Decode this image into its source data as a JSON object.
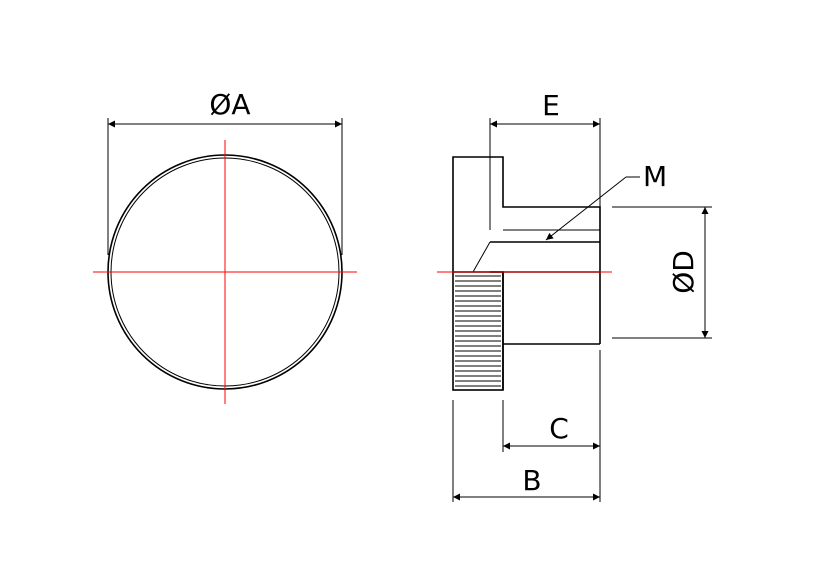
{
  "labels": {
    "diameter_a": "ØA",
    "e": "E",
    "m": "M",
    "diameter_d": "ØD",
    "c": "C",
    "b": "B"
  },
  "colors": {
    "line": "#000000",
    "center_line": "#ff0000",
    "background": "#ffffff"
  }
}
